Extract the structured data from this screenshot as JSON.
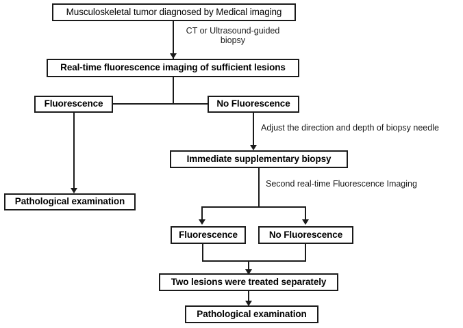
{
  "diagram": {
    "title": "Musculoskeletal tumor biopsy fluorescence-guided workflow",
    "type": "flowchart",
    "colors": {
      "stroke": "#1a1a1a",
      "fill": "#ffffff",
      "text": "#000000"
    },
    "nodes": [
      {
        "id": "n1",
        "label": "Musculoskeletal tumor diagnosed by Medical imaging",
        "style": "regular"
      },
      {
        "id": "n2",
        "label": "Real-time fluorescence imaging of sufficient lesions",
        "style": "bold"
      },
      {
        "id": "n3",
        "label": "Fluorescence",
        "style": "bold"
      },
      {
        "id": "n4",
        "label": "No Fluorescence",
        "style": "bold"
      },
      {
        "id": "n5",
        "label": "Immediate supplementary biopsy",
        "style": "bold"
      },
      {
        "id": "n6",
        "label": "Pathological examination",
        "style": "bold"
      },
      {
        "id": "n7",
        "label": "Fluorescence",
        "style": "bold"
      },
      {
        "id": "n8",
        "label": "No Fluorescence",
        "style": "bold"
      },
      {
        "id": "n9",
        "label": "Two lesions were treated separately",
        "style": "bold"
      },
      {
        "id": "n10",
        "label": "Pathological examination",
        "style": "bold"
      }
    ],
    "edge_labels": [
      {
        "id": "e1",
        "text": "CT or Ultrasound-guided\nbiopsy"
      },
      {
        "id": "e2",
        "text": "Adjust the direction and depth of biopsy needle"
      },
      {
        "id": "e3",
        "text": "Second real-time Fluorescence Imaging"
      }
    ]
  }
}
